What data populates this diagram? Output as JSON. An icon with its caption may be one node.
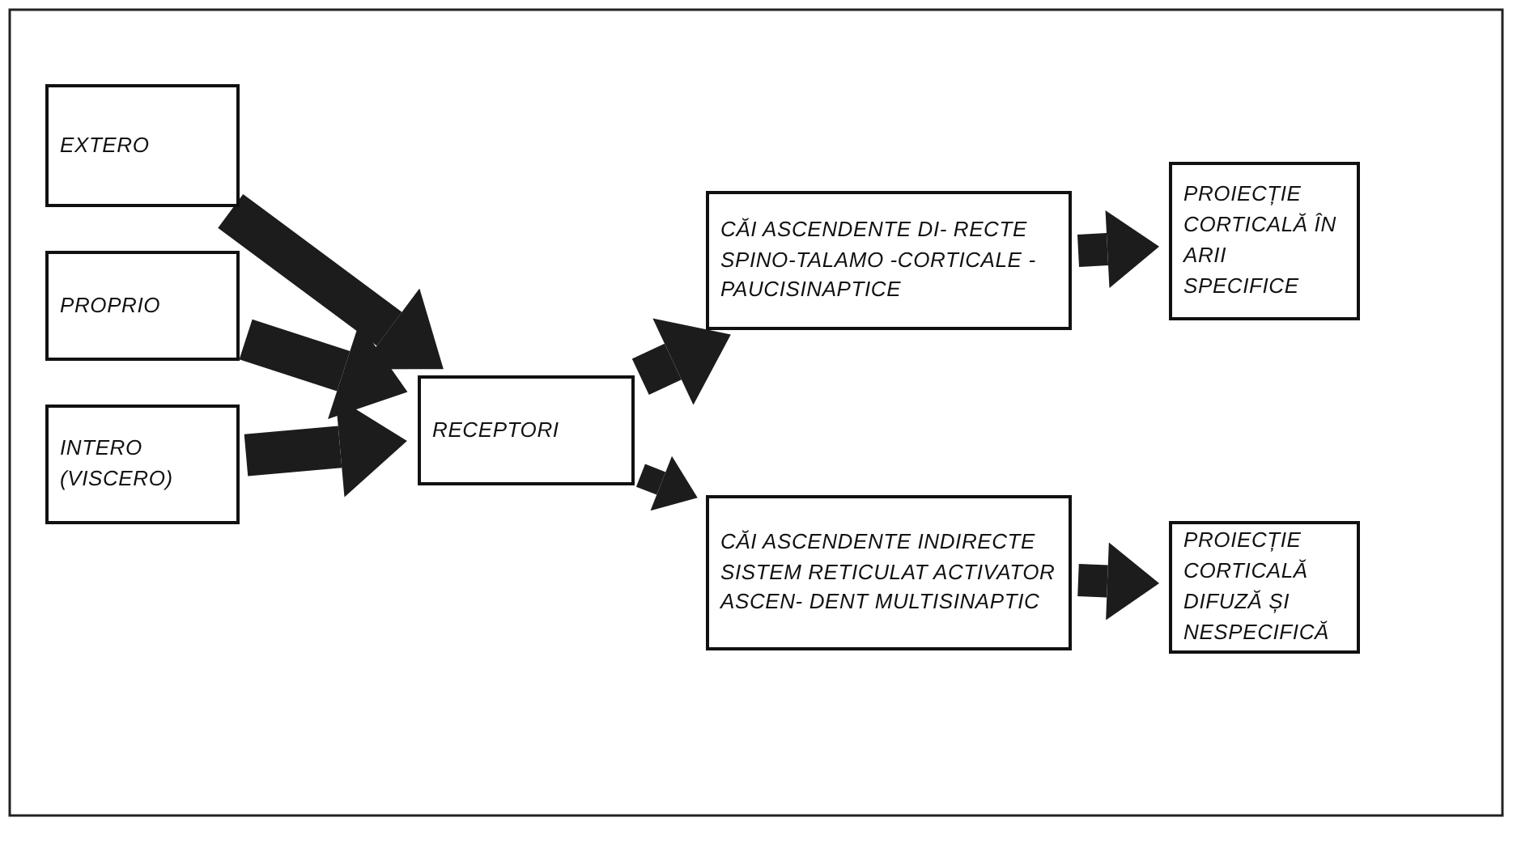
{
  "diagram": {
    "nodes": [
      {
        "text": [
          "EXTERO"
        ]
      },
      {
        "text": [
          "PROPRIO"
        ]
      },
      {
        "text": [
          "INTERO (VISCERO)"
        ]
      },
      {
        "text": [
          "RECEPTORI"
        ]
      },
      {
        "text": [
          "CĂI ASCENDENTE DI- RECTE SPINO-TALAMO -CORTICALE - PAUCISINAPTICE"
        ]
      },
      {
        "text": [
          "PROIECȚIE CORTICALĂ ÎN ARII SPECIFICE"
        ]
      },
      {
        "text": [
          "CĂI ASCENDENTE INDIRECTE SISTEM RETICULAT ACTIVATOR ASCEN- DENT MULTISINAPTIC"
        ]
      },
      {
        "text": [
          "PROIECȚIE CORTICALĂ DIFUZĂ ȘI NESPECIFICĂ"
        ]
      }
    ],
    "edges": [
      {
        "from": 0,
        "to": 3,
        "arrow": "to"
      },
      {
        "from": 1,
        "to": 3,
        "arrow": "to"
      },
      {
        "from": 2,
        "to": 3,
        "arrow": "to"
      },
      {
        "from": 3,
        "to": 4,
        "arrow": "to"
      },
      {
        "from": 3,
        "to": 6,
        "arrow": "to"
      },
      {
        "from": 4,
        "to": 5,
        "arrow": "to"
      },
      {
        "from": 6,
        "to": 7,
        "arrow": "to"
      }
    ]
  }
}
